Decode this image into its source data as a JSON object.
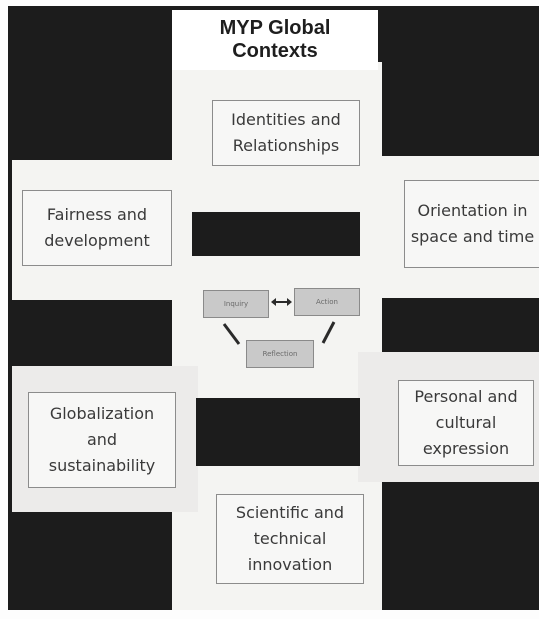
{
  "title": "MYP Global\nContexts",
  "contexts": {
    "identities": "Identities and\nRelationships",
    "fairness": "Fairness and\ndevelopment",
    "orientation": "Orientation in\nspace and time",
    "globalization": "Globalization\nand\nsustainability",
    "personal": "Personal and\ncultural\nexpression",
    "scientific": "Scientific and\ntechnical\ninnovation"
  },
  "cycle": {
    "inquiry": "Inquiry",
    "action": "Action",
    "reflection": "Reflection"
  }
}
